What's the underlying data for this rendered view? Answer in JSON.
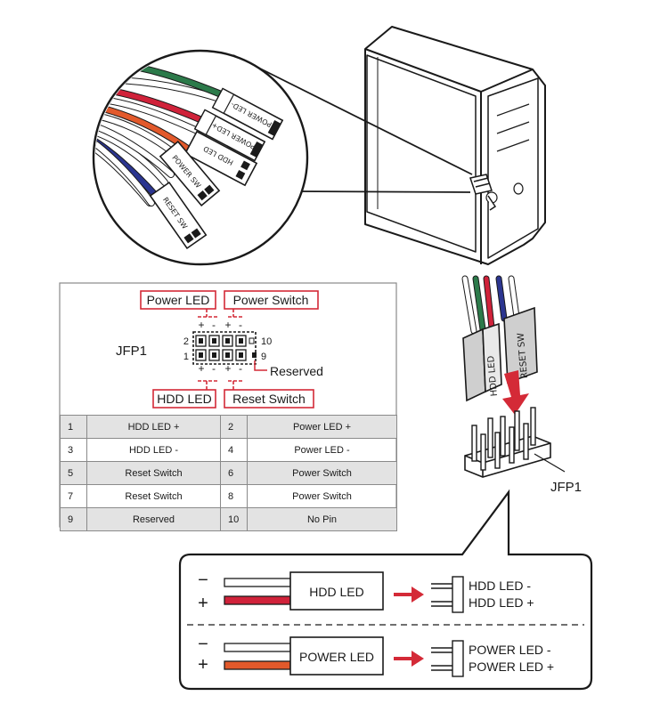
{
  "connectors": {
    "power_led_minus": "POWER LED-",
    "power_led_plus": "POWER LED+",
    "hdd_led": "HDD LED",
    "power_sw": "POWER SW",
    "reset_sw": "RESET SW"
  },
  "header_block": {
    "hdd_led": "HDD LED",
    "reset_sw": "RESET SW"
  },
  "jfp_diagram": {
    "title": "JFP1",
    "power_led": "Power LED",
    "power_switch": "Power Switch",
    "hdd_led": "HDD LED",
    "reset_switch": "Reset Switch",
    "reserved": "Reserved",
    "pin2": "2",
    "pin1": "1",
    "pin10": "10",
    "pin9": "9",
    "plus": "+",
    "minus": "-"
  },
  "pin_table": {
    "rows": [
      {
        "pin_a": "1",
        "func_a": "HDD LED +",
        "pin_b": "2",
        "func_b": "Power LED +"
      },
      {
        "pin_a": "3",
        "func_a": "HDD LED -",
        "pin_b": "4",
        "func_b": "Power LED -"
      },
      {
        "pin_a": "5",
        "func_a": "Reset Switch",
        "pin_b": "6",
        "func_b": "Power Switch"
      },
      {
        "pin_a": "7",
        "func_a": "Reset Switch",
        "pin_b": "8",
        "func_b": "Power Switch"
      },
      {
        "pin_a": "9",
        "func_a": "Reserved",
        "pin_b": "10",
        "func_b": "No Pin"
      }
    ]
  },
  "header_label": "JFP1",
  "callout": {
    "minus": "−",
    "plus": "+",
    "hdd_box": "HDD LED",
    "hdd_minus": "HDD LED -",
    "hdd_plus": "HDD LED +",
    "power_box": "POWER LED",
    "power_minus": "POWER LED -",
    "power_plus": "POWER LED +"
  },
  "colors": {
    "accent_red": "#d42a37",
    "wire_green": "#2c7a4a",
    "wire_red": "#d0223a",
    "wire_orange": "#e2592b",
    "wire_blue": "#2b3590",
    "table_shade": "#e3e3e3"
  }
}
